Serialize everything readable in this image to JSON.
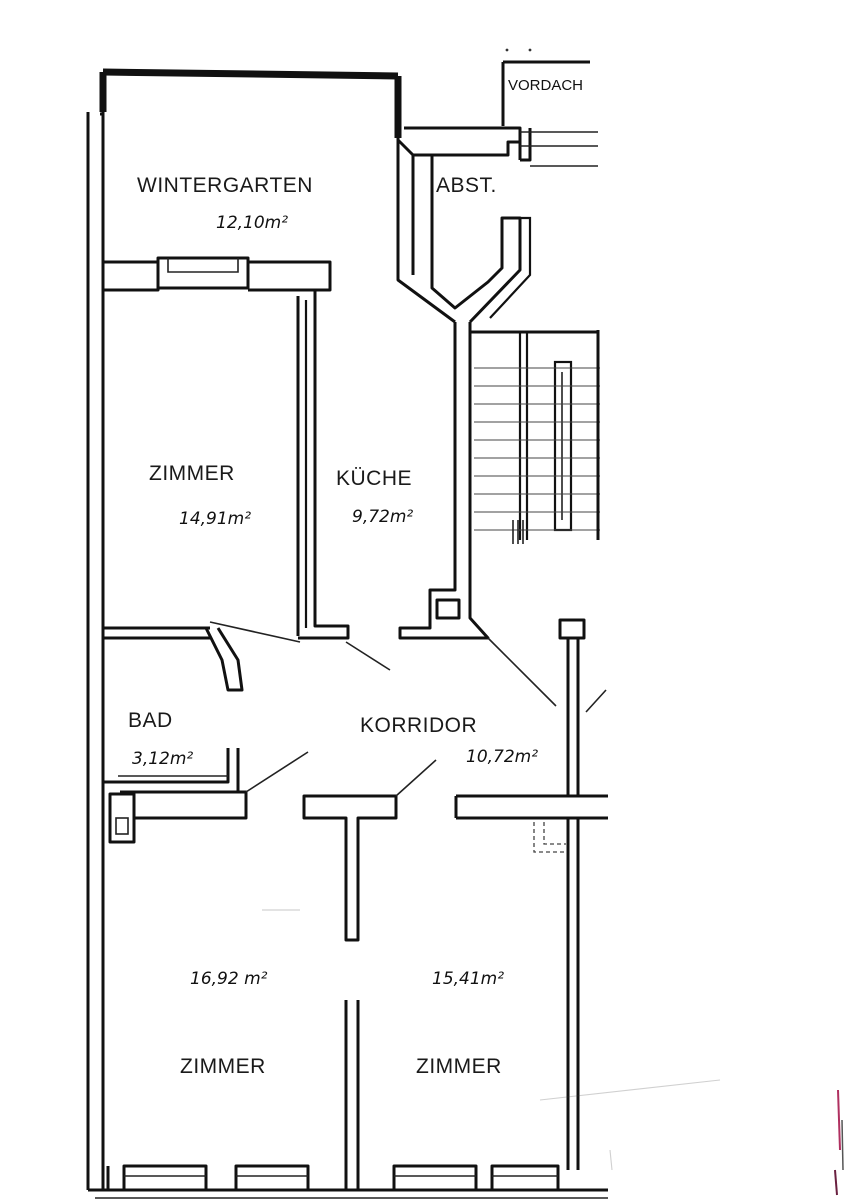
{
  "rooms": {
    "wintergarten": {
      "name": "WINTERGARTEN",
      "area": "12,10m²"
    },
    "abst": {
      "name": "ABST."
    },
    "vordach": {
      "name": "VORDACH"
    },
    "zimmer_top": {
      "name": "ZIMMER",
      "area": "14,91m²"
    },
    "kueche": {
      "name": "KÜCHE",
      "area": "9,72m²"
    },
    "bad": {
      "name": "BAD",
      "area": "3,12m²"
    },
    "korridor": {
      "name": "KORRIDOR",
      "area": "10,72m²"
    },
    "zimmer_bottom_left": {
      "name": "ZIMMER",
      "area": "16,92 m²"
    },
    "zimmer_bottom_right": {
      "name": "ZIMMER",
      "area": "15,41m²"
    }
  },
  "colors": {
    "ink": "#111111",
    "paper": "#ffffff",
    "scan_edge": "#b03060"
  }
}
